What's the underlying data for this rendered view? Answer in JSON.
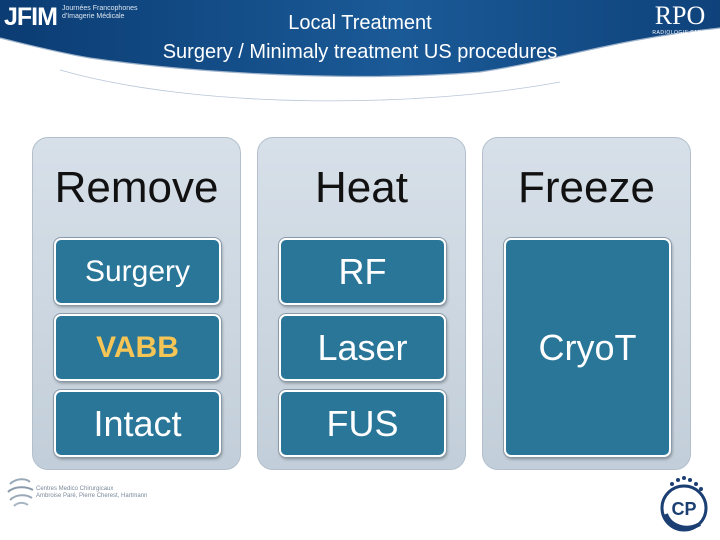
{
  "header": {
    "title_line1": "Local Treatment",
    "title_line2": "Surgery / Minimaly treatment US procedures",
    "logo_left": {
      "mark": "JFIM",
      "line1": "Journées Francophones",
      "line2": "d'Imagerie Médicale"
    },
    "logo_right": {
      "mark": "RPO",
      "tagline": "RADIOLOGIE PARIS OUEST"
    }
  },
  "columns": [
    {
      "title": "Remove",
      "items": [
        {
          "label": "Surgery",
          "highlight": false
        },
        {
          "label": "VABB",
          "highlight": true
        },
        {
          "label": "Intact",
          "highlight": false
        }
      ]
    },
    {
      "title": "Heat",
      "items": [
        {
          "label": "RF"
        },
        {
          "label": "Laser"
        },
        {
          "label": "FUS"
        }
      ]
    },
    {
      "title": "Freeze",
      "items": [
        {
          "label": "CryoT"
        }
      ]
    }
  ],
  "footer": {
    "left_line1": "Centres Medico Chirurgicaux",
    "left_line2": "Ambroise Paré, Pierre Cherest, Hartmann",
    "right_logo": "CP"
  },
  "colors": {
    "header_dark": "#0b3c73",
    "box_fill": "#2a7699",
    "highlight_text": "#f5c556",
    "column_fill": "#ccd7e1"
  }
}
